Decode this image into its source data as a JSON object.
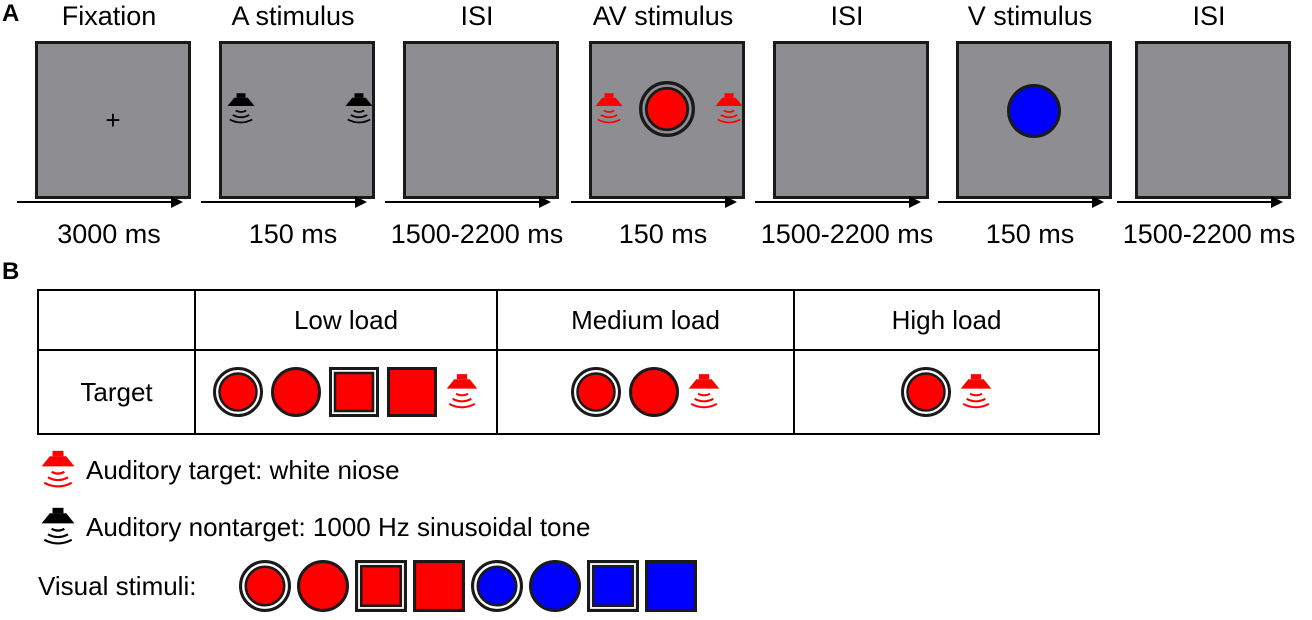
{
  "panel_a": {
    "label": "A",
    "frames": [
      {
        "title": "Fixation",
        "duration": "3000 ms",
        "content": "fixation-cross"
      },
      {
        "title": "A stimulus",
        "duration": "150 ms",
        "content": "auditory-nontarget-speakers"
      },
      {
        "title": "ISI",
        "duration": "1500-2200 ms",
        "content": "blank"
      },
      {
        "title": "AV stimulus",
        "duration": "150 ms",
        "content": "red-double-circle-with-red-speakers"
      },
      {
        "title": "ISI",
        "duration": "1500-2200 ms",
        "content": "blank"
      },
      {
        "title": "V stimulus",
        "duration": "150 ms",
        "content": "blue-circle"
      },
      {
        "title": "ISI",
        "duration": "1500-2200 ms",
        "content": "blank"
      }
    ],
    "fixation_symbol": "+"
  },
  "panel_b": {
    "label": "B",
    "table": {
      "headers": [
        "",
        "Low load",
        "Medium load",
        "High load"
      ],
      "row_label": "Target",
      "cells": {
        "low": [
          "red-double-circle",
          "red-circle",
          "red-double-square",
          "red-square",
          "red-speaker"
        ],
        "medium": [
          "red-double-circle",
          "red-circle",
          "red-speaker"
        ],
        "high": [
          "red-double-circle",
          "red-speaker"
        ]
      }
    },
    "legend": {
      "auditory_target": "Auditory target: white niose",
      "auditory_nontarget": "Auditory nontarget: 1000 Hz sinusoidal tone",
      "visual_stimuli_label": "Visual stimuli:",
      "visual_stimuli": [
        "red-double-circle",
        "red-circle",
        "red-double-square",
        "red-square",
        "blue-double-circle",
        "blue-circle",
        "blue-double-square",
        "blue-square"
      ]
    }
  },
  "colors": {
    "screen_gray": "#8e8e92",
    "red": "#ff0000",
    "blue": "#0000ff",
    "black": "#000000"
  }
}
